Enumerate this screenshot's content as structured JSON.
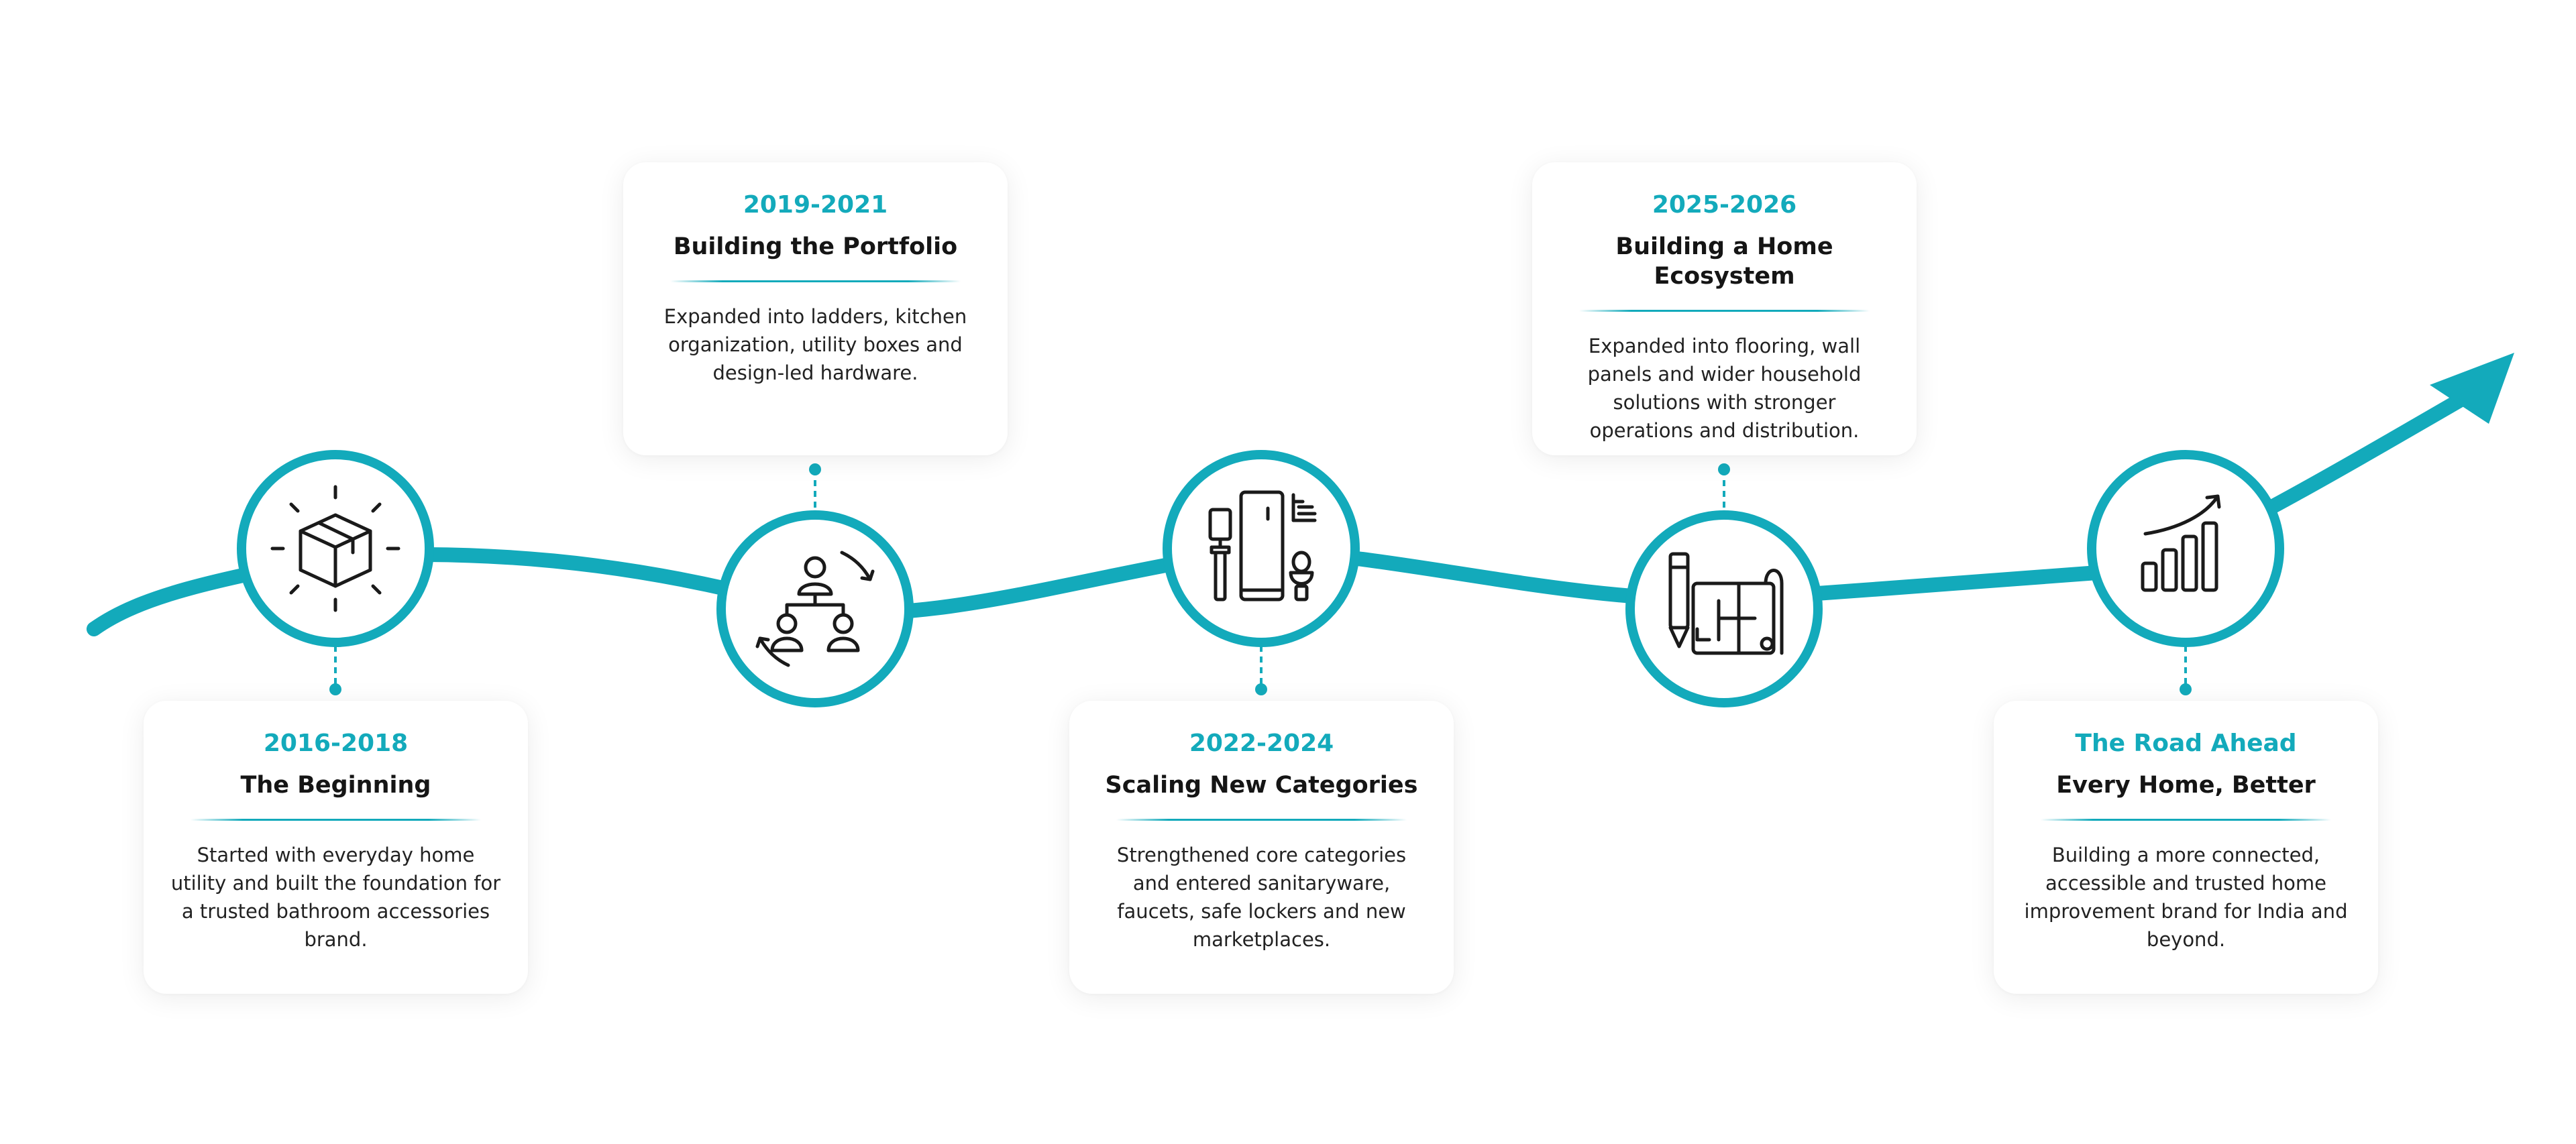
{
  "colors": {
    "accent": "#13aabb",
    "icon": "#1a1a1a",
    "text": "#151515"
  },
  "milestones": [
    {
      "period": "2016-2018",
      "title": "The Beginning",
      "description": "Started with everyday home utility and built the foundation for a trusted bathroom accessories brand.",
      "icon": "package-box-icon"
    },
    {
      "period": "2019-2021",
      "title": "Building the Portfolio",
      "description": "Expanded into ladders, kitchen organization, utility boxes and design-led hardware.",
      "icon": "team-network-icon"
    },
    {
      "period": "2022-2024",
      "title": "Scaling New Categories",
      "description": "Strengthened core categories and entered sanitaryware, faucets, safe lockers and new marketplaces.",
      "icon": "bathroom-fixtures-icon"
    },
    {
      "period": "2025-2026",
      "title": "Building a Home Ecosystem",
      "description": "Expanded into flooring, wall panels and wider household solutions with stronger operations and distribution.",
      "icon": "blueprint-plan-icon"
    },
    {
      "period": "The Road Ahead",
      "title": "Every Home, Better",
      "description": "Building a more connected, accessible and trusted home improvement brand for India and beyond.",
      "icon": "growth-chart-icon"
    }
  ]
}
